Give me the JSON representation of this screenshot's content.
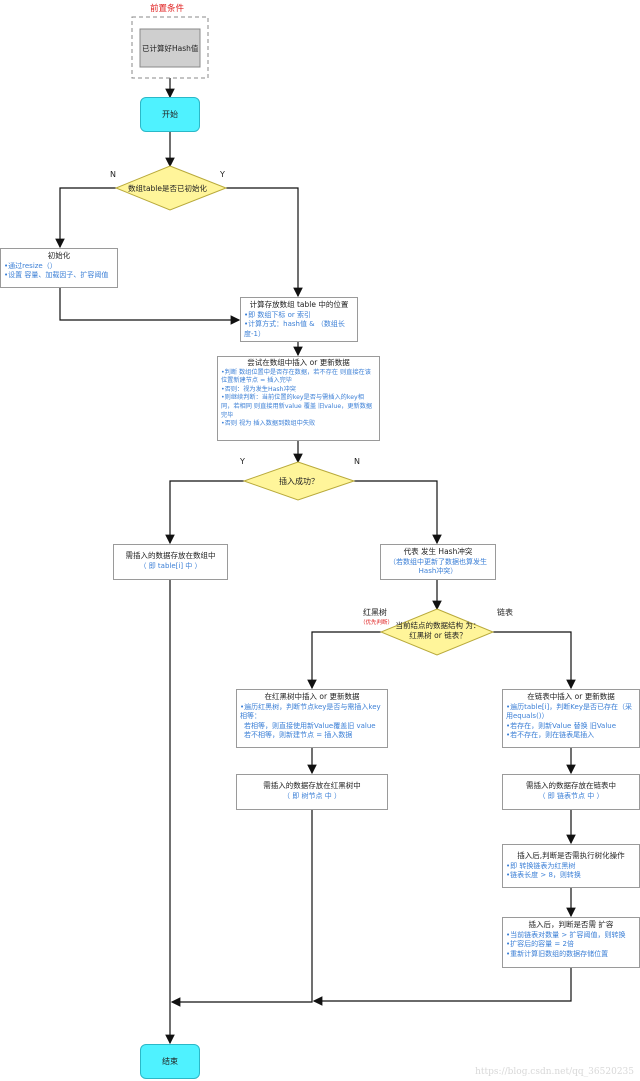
{
  "precondition": {
    "title": "前置条件",
    "box": "已计算好Hash值"
  },
  "start": "开始",
  "end": "结束",
  "decision_init": {
    "text": "数组table是否已初始化",
    "no": "N",
    "yes": "Y"
  },
  "init_box": {
    "title": "初始化",
    "items": [
      "通过resize（）",
      "设置 容量、加载因子、扩容阈值"
    ]
  },
  "calc_box": {
    "title": "计算存放数组 table 中的位置",
    "items": [
      "即 数组下标 or 索引",
      "计算方式：hash值 & （数组长度-1）"
    ]
  },
  "insert_box": {
    "title": "尝试在数组中插入 or 更新数据",
    "items": [
      "判断 数组位置中是否存在数据，若不存在 则直接在该位置新建节点 =  插入完毕",
      "否则：视为发生Hash冲突",
      "则继续判断：当前位置的key是否与需插入的key相同，若相同 则直接用新value 覆盖 旧value，更新数据完毕",
      "否则 视为 插入数据到数组中失败"
    ]
  },
  "decision_success": {
    "text": "插入成功？",
    "yes": "Y",
    "no": "N"
  },
  "stored_array": {
    "title": "需插入的数据存放在数组中",
    "sub": "（ 即 table[i] 中 ）"
  },
  "conflict_box": {
    "title": "代表 发生 Hash冲突",
    "sub": "（若数组中更新了数据也算发生 Hash冲突）"
  },
  "decision_struct": {
    "text": "当前结点的数据结构 为：红黑树 or 链表？",
    "left": "红黑树",
    "left_note": "（优先判断）",
    "right": "链表"
  },
  "rbtree_insert": {
    "title": "在红黑树中插入 or 更新数据",
    "items": [
      "遍历红黑树，判断节点key是否与需插入key相等：",
      "若相等，则直接使用新Value覆盖旧 value",
      "若不相等，则新建节点 = 插入数据"
    ]
  },
  "rbtree_stored": {
    "title": "需插入的数据存放在红黑树中",
    "sub": "（ 即 树节点 中 ）"
  },
  "list_insert": {
    "title": "在链表中插入 or 更新数据",
    "items": [
      "遍历table[i]，判断Key是否已存在（采用equals()）",
      "若存在，则新Value 替换 旧Value",
      "若不存在，则在链表尾插入"
    ]
  },
  "list_stored": {
    "title": "需插入的数据存放在链表中",
    "sub": "（ 即 链表节点 中 ）"
  },
  "treeify_box": {
    "title": "插入后,判断是否需执行树化操作",
    "items": [
      "即 转换链表为红黑树",
      "链表长度 > 8，则转换"
    ]
  },
  "resize_box": {
    "title": "插入后，判断是否需 扩容",
    "items": [
      "当前链表对数量 > 扩容阈值，则转换",
      "扩容后的容量 = 2倍",
      "重新计算旧数组的数据存储位置"
    ]
  },
  "watermark": "https://blog.csdn.net/qq_36520235",
  "colors": {
    "terminal": "#4ff2ff",
    "decision": "#fff59a",
    "precondition_box": "#cfcfcf",
    "accent": "#3b7fd6",
    "note": "#e02020"
  }
}
